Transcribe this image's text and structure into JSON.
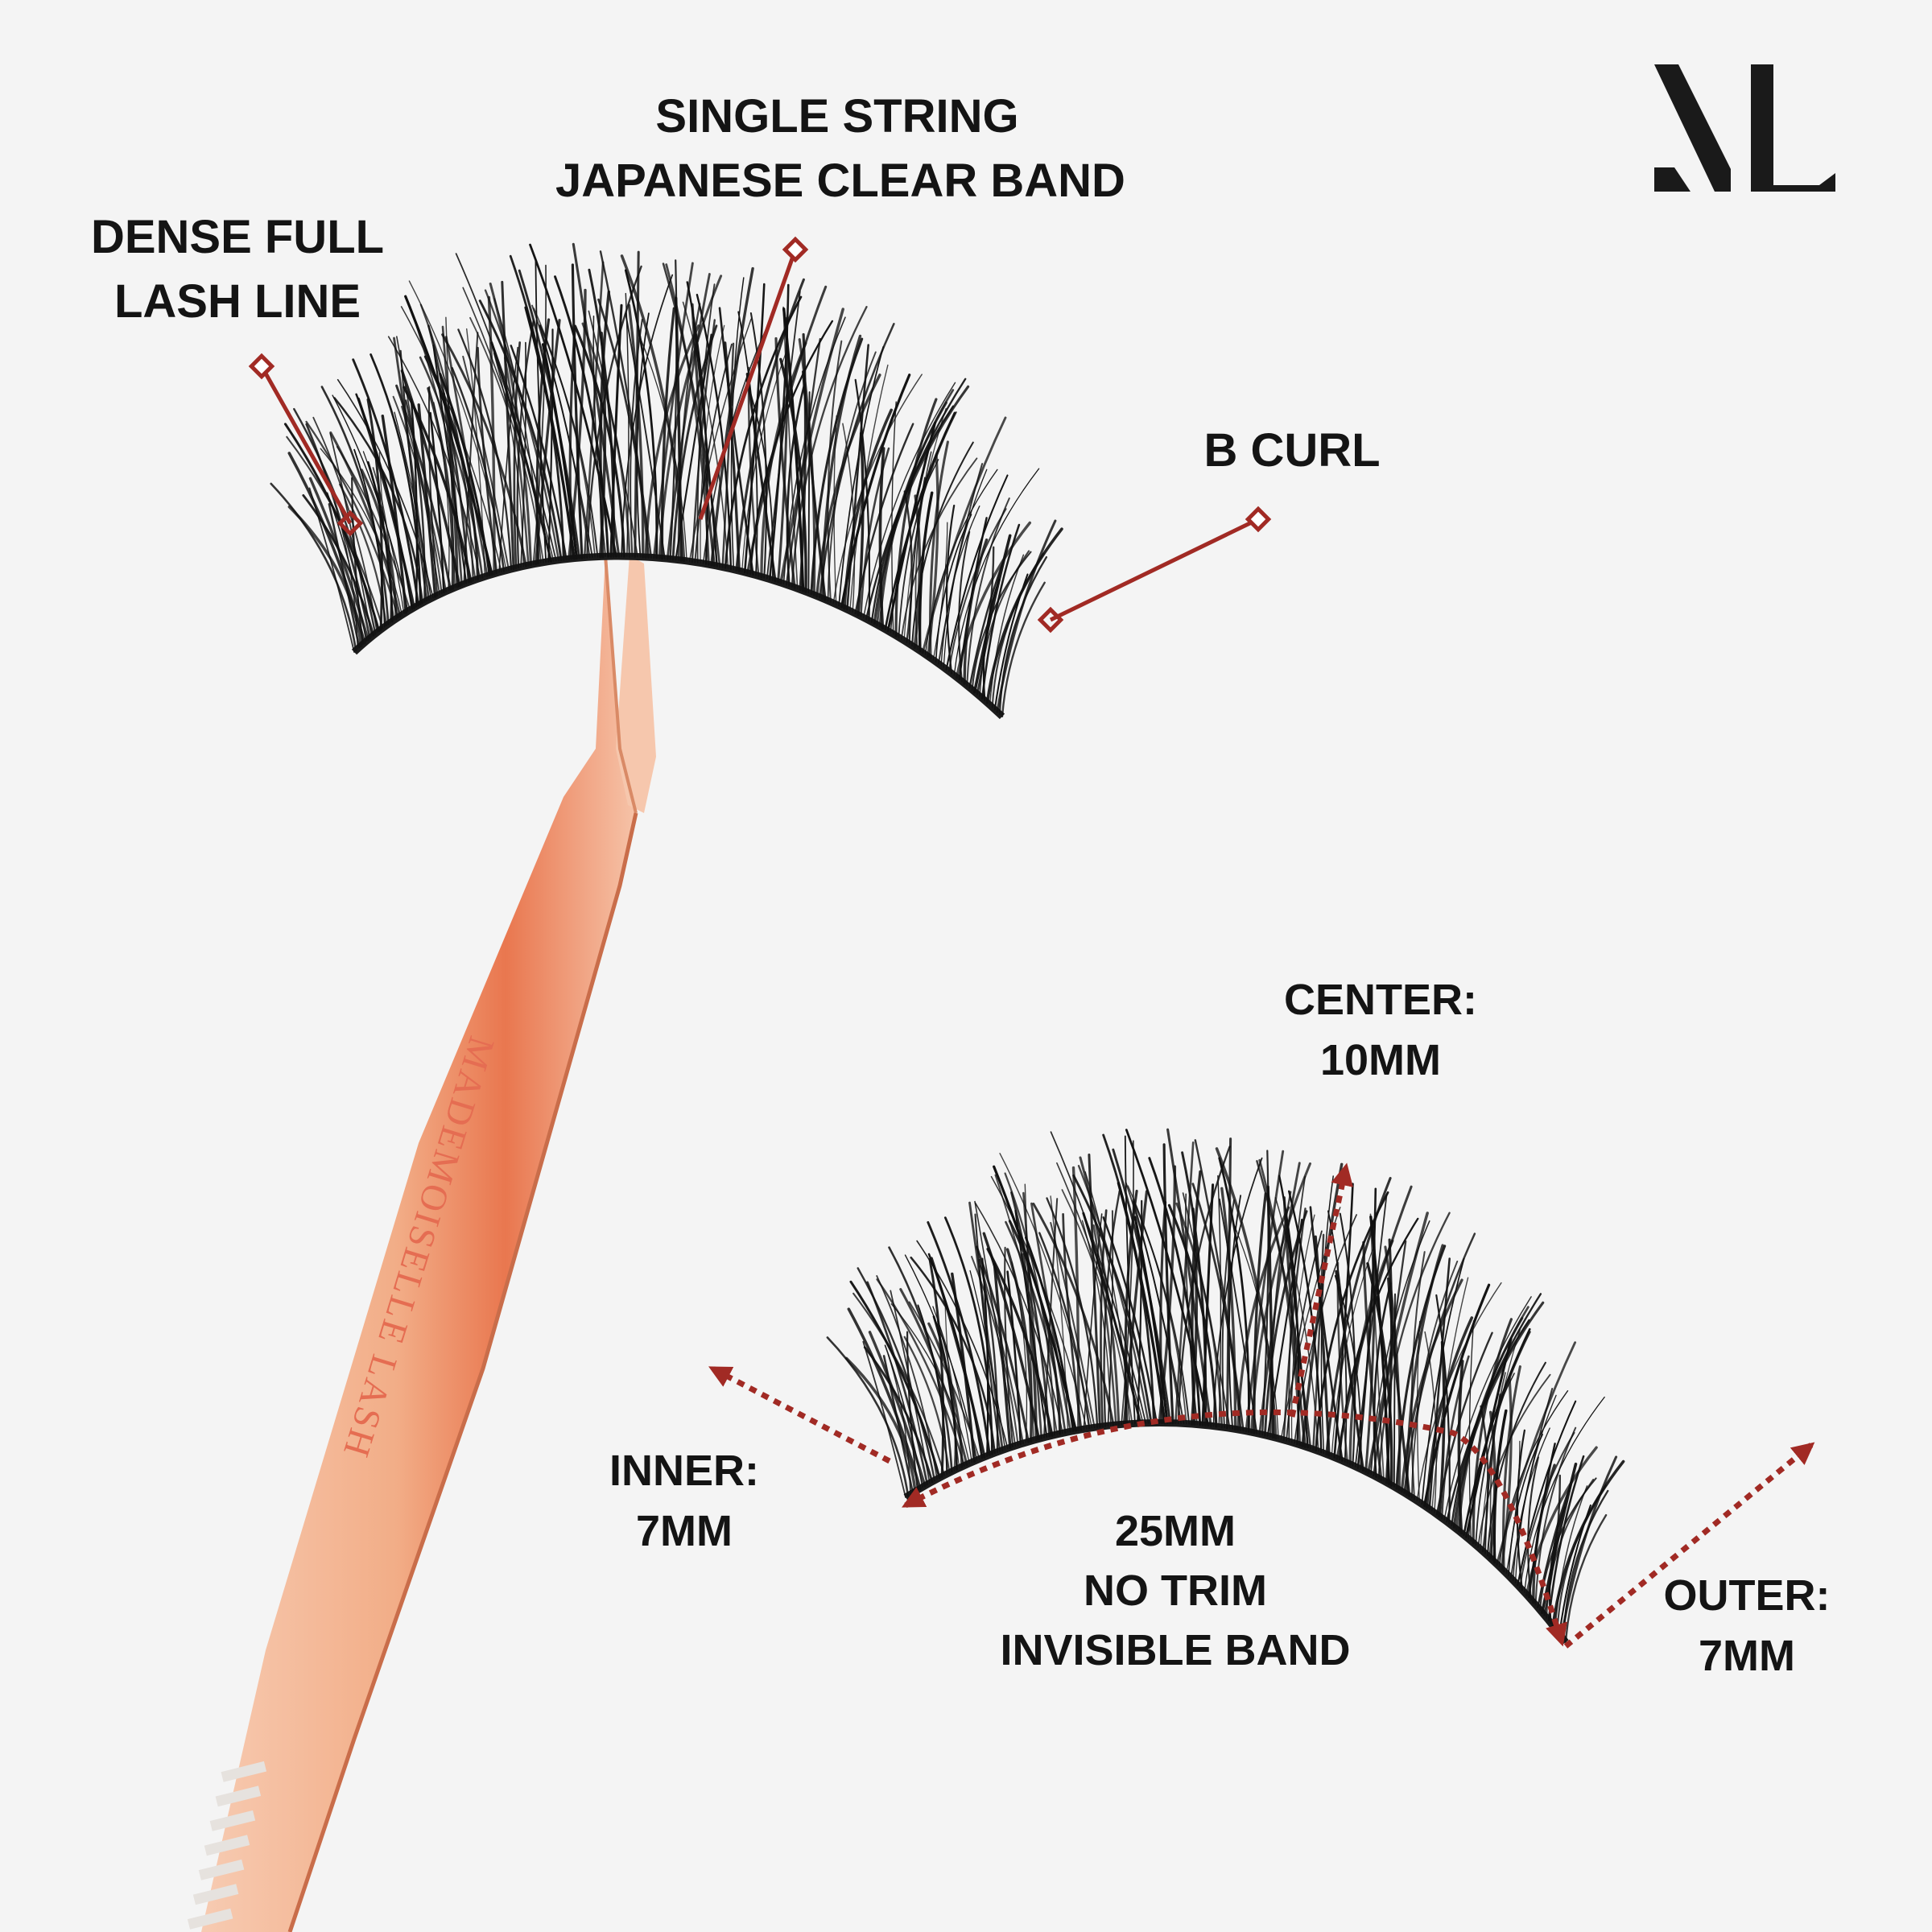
{
  "brand": {
    "logo_text": "ML",
    "tweezer_engraving": "MADEMOISELLE LASH"
  },
  "colors": {
    "accent": "#a12a24",
    "text": "#141414",
    "background": "#f4f4f4",
    "rose_gold": "#f0b898"
  },
  "callouts": {
    "dense_full": {
      "line1": "DENSE FULL",
      "line2": "LASH LINE"
    },
    "single_string": {
      "line1": "SINGLE STRING",
      "line2": "JAPANESE CLEAR BAND"
    },
    "b_curl": {
      "line1": "B CURL"
    }
  },
  "measurements": {
    "center": {
      "line1": "CENTER:",
      "line2": "10MM"
    },
    "inner": {
      "line1": "INNER:",
      "line2": "7MM"
    },
    "band": {
      "line1": "25MM",
      "line2": "NO TRIM",
      "line3": "INVISIBLE BAND"
    },
    "outer": {
      "line1": "OUTER:",
      "line2": "7MM"
    }
  }
}
